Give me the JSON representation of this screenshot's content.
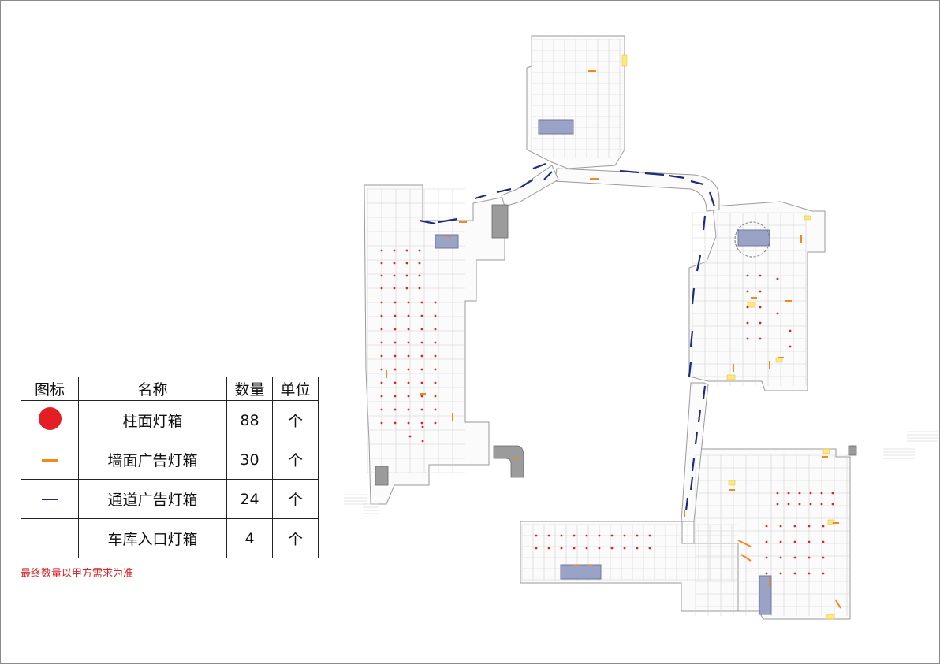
{
  "legend": {
    "headers": {
      "icon": "图标",
      "name": "名称",
      "count": "数量",
      "unit": "单位"
    },
    "rows": [
      {
        "icon": "red-dot-icon",
        "name": "柱面灯箱",
        "count": "88",
        "unit": "个",
        "color": "#e51e26"
      },
      {
        "icon": "orange-dash-icon",
        "name": "墙面广告灯箱",
        "count": "30",
        "unit": "个",
        "color": "#f08a1c"
      },
      {
        "icon": "navy-dash-icon",
        "name": "通道广告灯箱",
        "count": "24",
        "unit": "个",
        "color": "#1f2a7a"
      },
      {
        "icon": "",
        "name": "车库入口灯箱",
        "count": "4",
        "unit": "个",
        "color": ""
      }
    ]
  },
  "note": "最终数量以甲方需求为准",
  "colors": {
    "column_box": "#e51e26",
    "wall_box": "#f08a1c",
    "passage_box": "#1f2a7a",
    "ramp": "#9b9b9b",
    "block": "#9aa3c6",
    "yellow": "#ffe97a",
    "outline": "#9a9a9a"
  }
}
